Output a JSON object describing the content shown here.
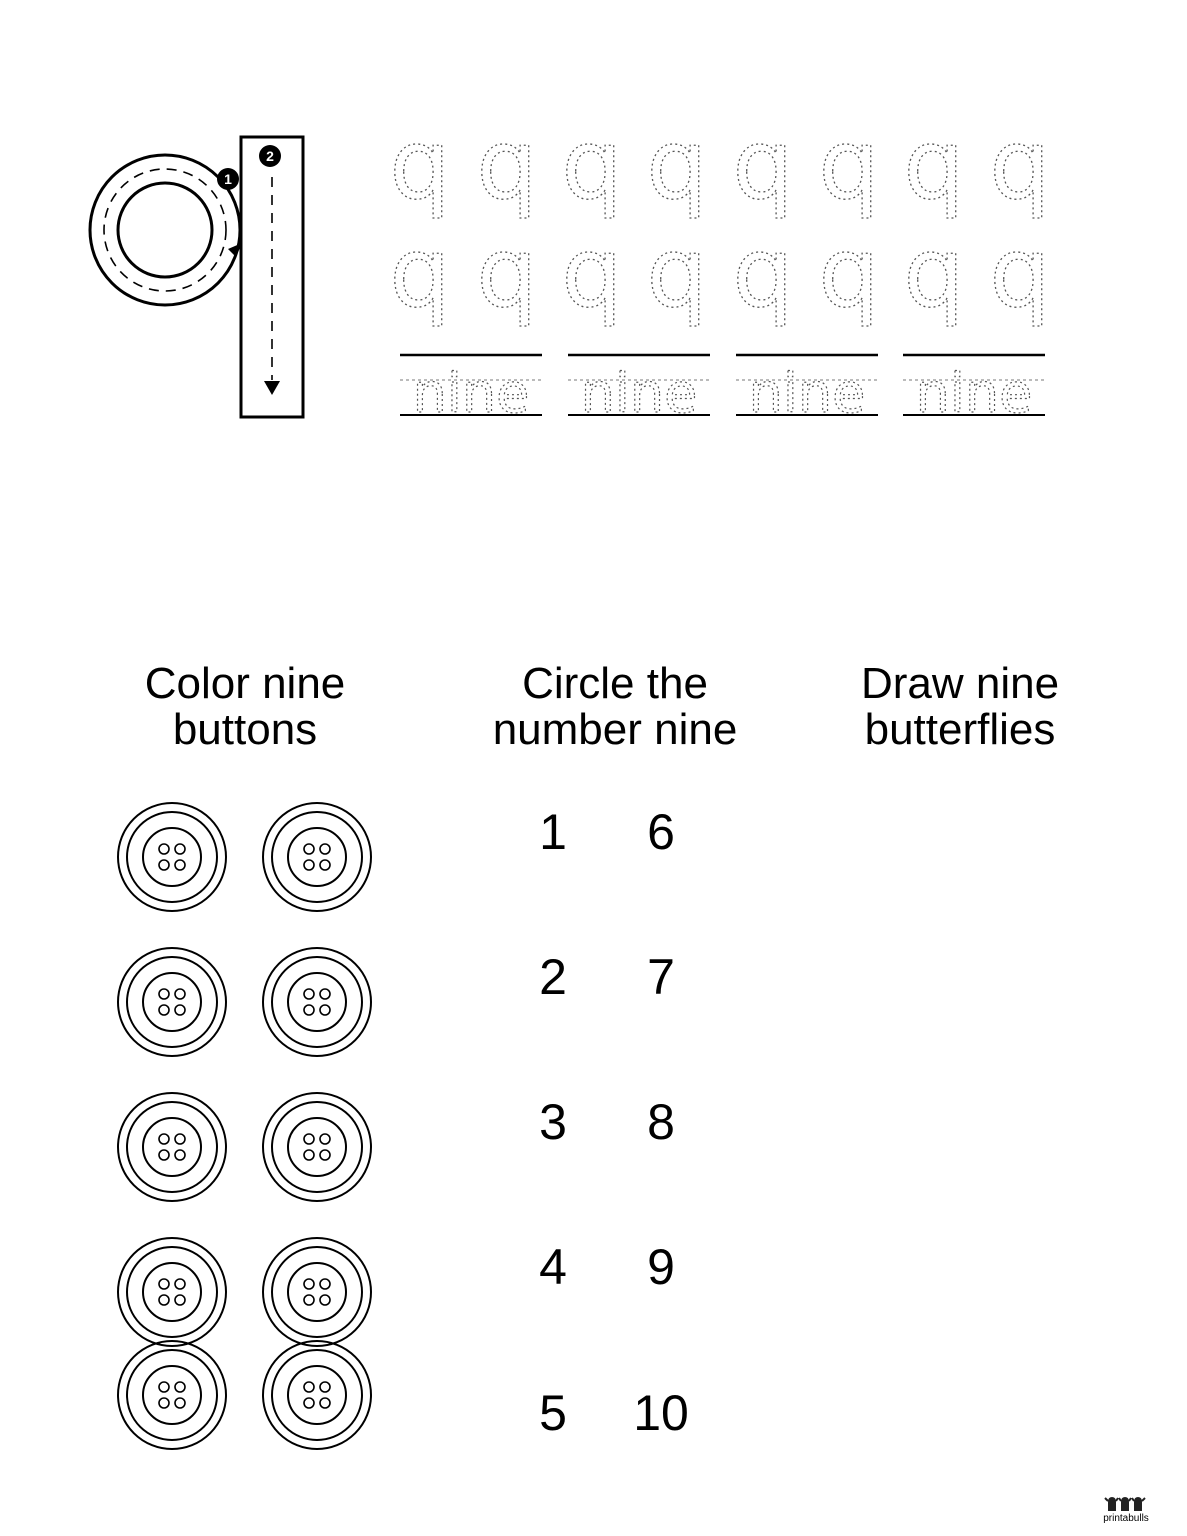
{
  "trace": {
    "letter": "q",
    "word": "nine",
    "stroke_steps": [
      "1",
      "2"
    ]
  },
  "activities": {
    "color": {
      "line1": "Color nine",
      "line2": "buttons"
    },
    "circle": {
      "line1": "Circle the",
      "line2": "number nine"
    },
    "draw": {
      "line1": "Draw nine",
      "line2": "butterflies"
    }
  },
  "numbers": [
    "1",
    "6",
    "2",
    "7",
    "3",
    "8",
    "4",
    "9",
    "5",
    "10"
  ],
  "brand": {
    "name": "printabulls"
  }
}
